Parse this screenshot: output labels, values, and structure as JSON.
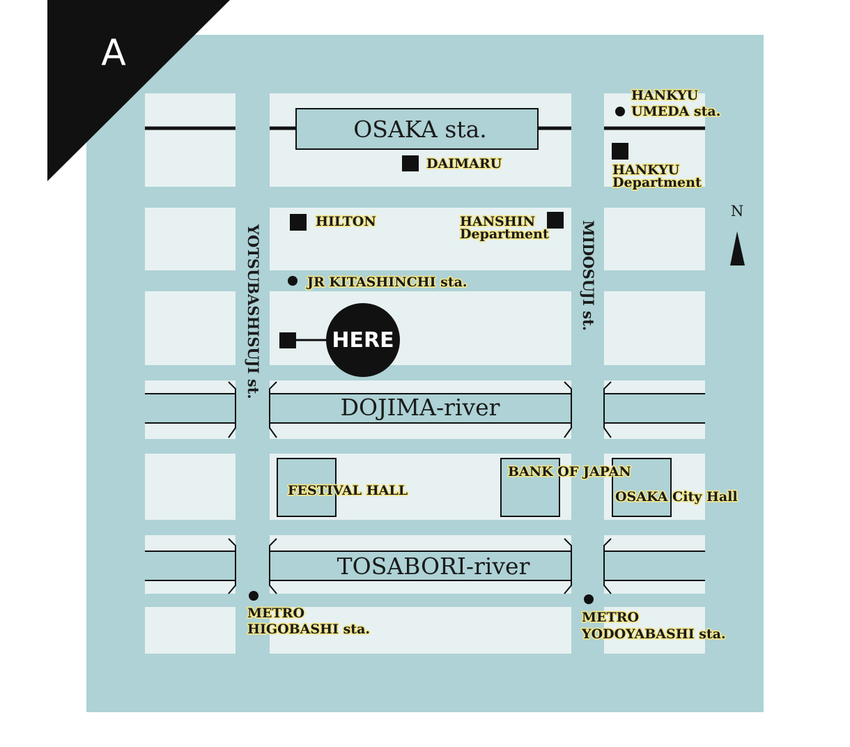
{
  "map": {
    "corner_label": "A",
    "north_label": "N",
    "here_label": "HERE",
    "colors": {
      "water": "#aed2d5",
      "block": "#e7f1f2",
      "ink": "#111111",
      "label_glow": "#f2e58a"
    },
    "stations": {
      "osaka": "OSAKA sta.",
      "hankyu_umeda_1": "HANKYU",
      "hankyu_umeda_2": "UMEDA sta.",
      "jr_kitashinchi": "JR KITASHINCHI sta.",
      "metro_higobashi_1": "METRO",
      "metro_higobashi_2": "HIGOBASHI sta.",
      "metro_yodoyabashi_1": "METRO",
      "metro_yodoyabashi_2": "YODOYABASHI sta."
    },
    "landmarks": {
      "daimaru": "DAIMARU",
      "hankyu_dept_1": "HANKYU",
      "hankyu_dept_2": "Department",
      "hilton": "HILTON",
      "hanshin_dept_1": "HANSHIN",
      "hanshin_dept_2": "Department",
      "festival_hall": "FESTIVAL HALL",
      "bank_of_japan": "BANK OF JAPAN",
      "city_hall": "OSAKA City Hall"
    },
    "streets": {
      "yotsubashisuji": "YOTSUBASHISUJI st.",
      "midosuji": "MIDOSUJI st."
    },
    "rivers": {
      "dojima": "DOJIMA-river",
      "tosabori": "TOSABORI-river"
    }
  }
}
